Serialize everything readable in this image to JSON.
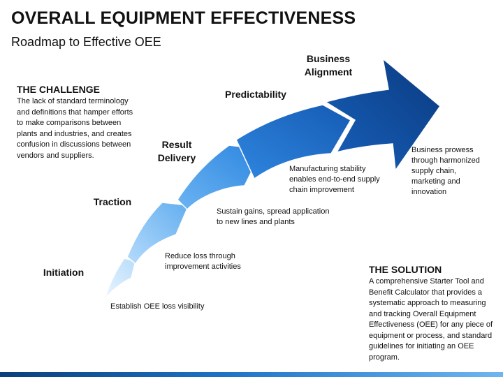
{
  "header": {
    "title": "OVERALL EQUIPMENT EFFECTIVENESS",
    "subtitle": "Roadmap to Effective OEE"
  },
  "challenge": {
    "heading": "THE CHALLENGE",
    "body": "The lack of standard terminology and definitions that hamper efforts to make comparisons between plants and industries, and creates confusion in discussions between vendors and suppliers."
  },
  "solution": {
    "heading": "THE SOLUTION",
    "body": "A  comprehensive Starter Tool and Benefit Calculator that provides a systematic approach to measuring and tracking Overall Equipment Effectiveness (OEE) for any piece of equipment or process, and standard guidelines for initiating an OEE program."
  },
  "stages": [
    {
      "label": "Initiation",
      "description": "Establish OEE loss visibility",
      "color": "#cfe6fb"
    },
    {
      "label": "Traction",
      "description": "Reduce loss through improvement activities",
      "color": "#8cc4f4"
    },
    {
      "label": "Result Delivery",
      "description": "Sustain gains, spread application to new lines and plants",
      "color": "#3d93e6"
    },
    {
      "label": "Predictability",
      "description": "Manufacturing stability enables end-to-end supply chain improvement",
      "color": "#1a66c2"
    },
    {
      "label": "Business Alignment",
      "description": "Business prowess through harmonized supply chain, marketing and innovation",
      "color": "#0b3f8c"
    }
  ],
  "colors": {
    "accent_dark": "#0b3f8c",
    "accent_light": "#cfe6fb"
  }
}
